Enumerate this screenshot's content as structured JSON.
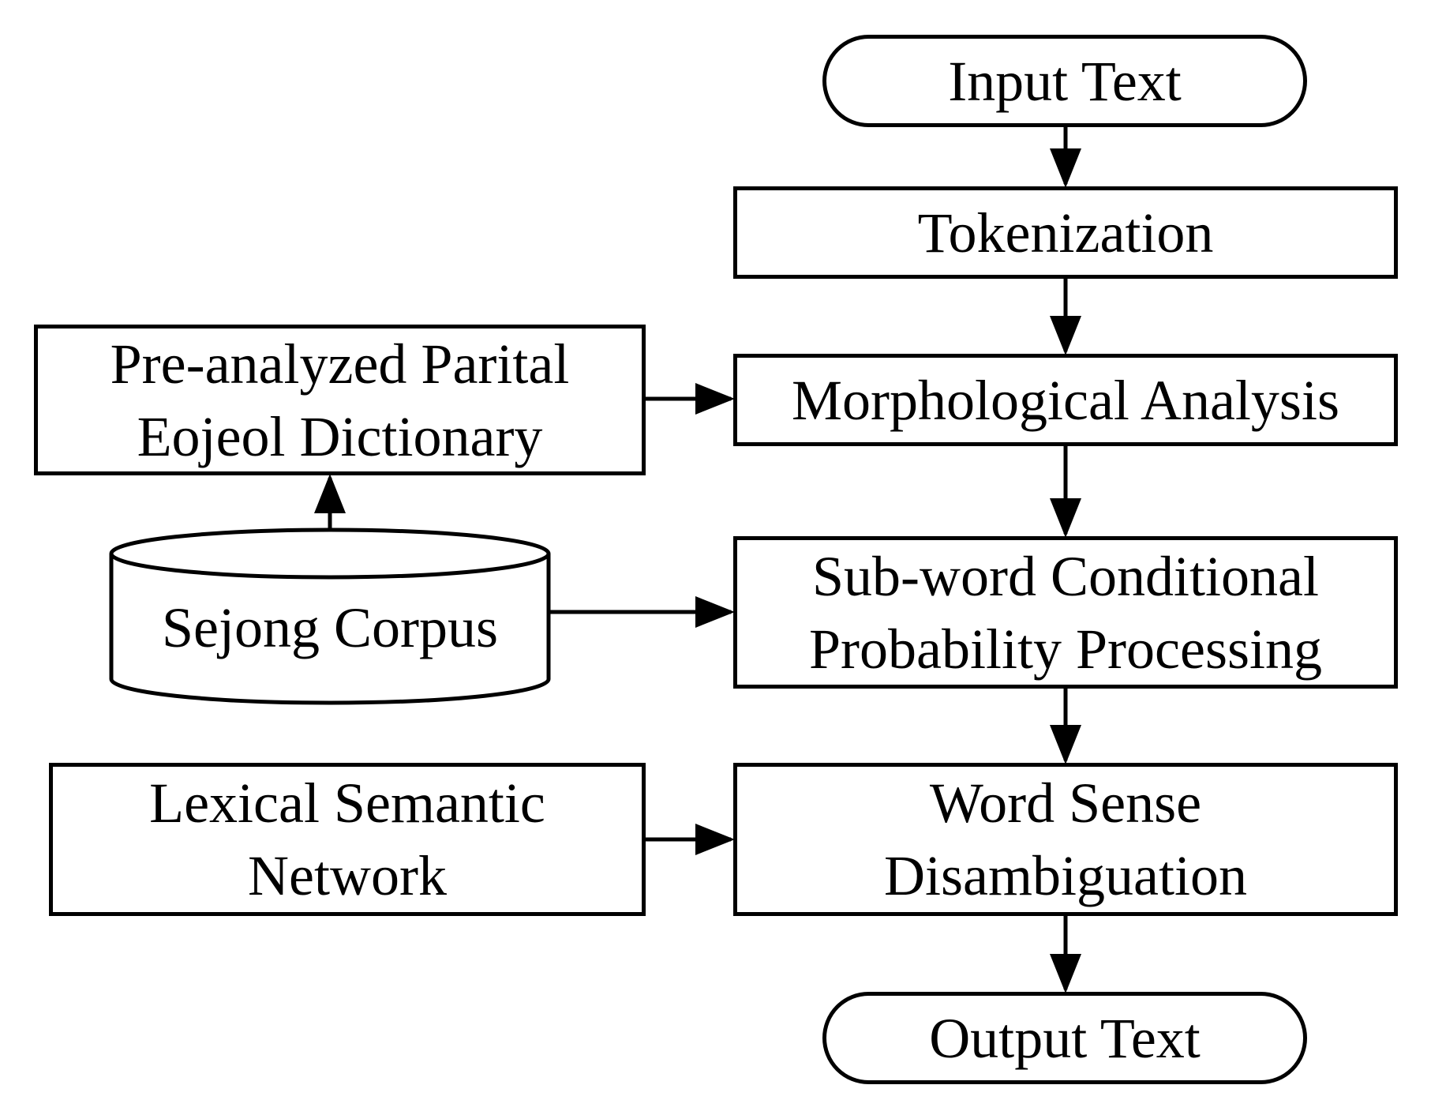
{
  "diagram": {
    "nodes": {
      "input_text": {
        "lines": [
          "Input Text"
        ],
        "shape": "terminal"
      },
      "tokenization": {
        "lines": [
          "Tokenization"
        ],
        "shape": "process"
      },
      "morphological_analysis": {
        "lines": [
          "Morphological Analysis"
        ],
        "shape": "process"
      },
      "subword_probability": {
        "lines": [
          "Sub-word Conditional",
          "Probability Processing"
        ],
        "shape": "process"
      },
      "word_sense": {
        "lines": [
          "Word Sense",
          "Disambiguation"
        ],
        "shape": "process"
      },
      "output_text": {
        "lines": [
          "Output Text"
        ],
        "shape": "terminal"
      },
      "eojeol_dictionary": {
        "lines": [
          "Pre-analyzed Parital",
          "Eojeol Dictionary"
        ],
        "shape": "process"
      },
      "sejong_corpus": {
        "lines": [
          "Sejong Corpus"
        ],
        "shape": "database"
      },
      "lexical_network": {
        "lines": [
          "Lexical Semantic",
          "Network"
        ],
        "shape": "process"
      }
    },
    "edges": [
      {
        "from": "input_text",
        "to": "tokenization"
      },
      {
        "from": "tokenization",
        "to": "morphological_analysis"
      },
      {
        "from": "morphological_analysis",
        "to": "subword_probability"
      },
      {
        "from": "subword_probability",
        "to": "word_sense"
      },
      {
        "from": "word_sense",
        "to": "output_text"
      },
      {
        "from": "eojeol_dictionary",
        "to": "morphological_analysis"
      },
      {
        "from": "sejong_corpus",
        "to": "eojeol_dictionary"
      },
      {
        "from": "sejong_corpus",
        "to": "subword_probability"
      },
      {
        "from": "lexical_network",
        "to": "word_sense"
      }
    ]
  }
}
